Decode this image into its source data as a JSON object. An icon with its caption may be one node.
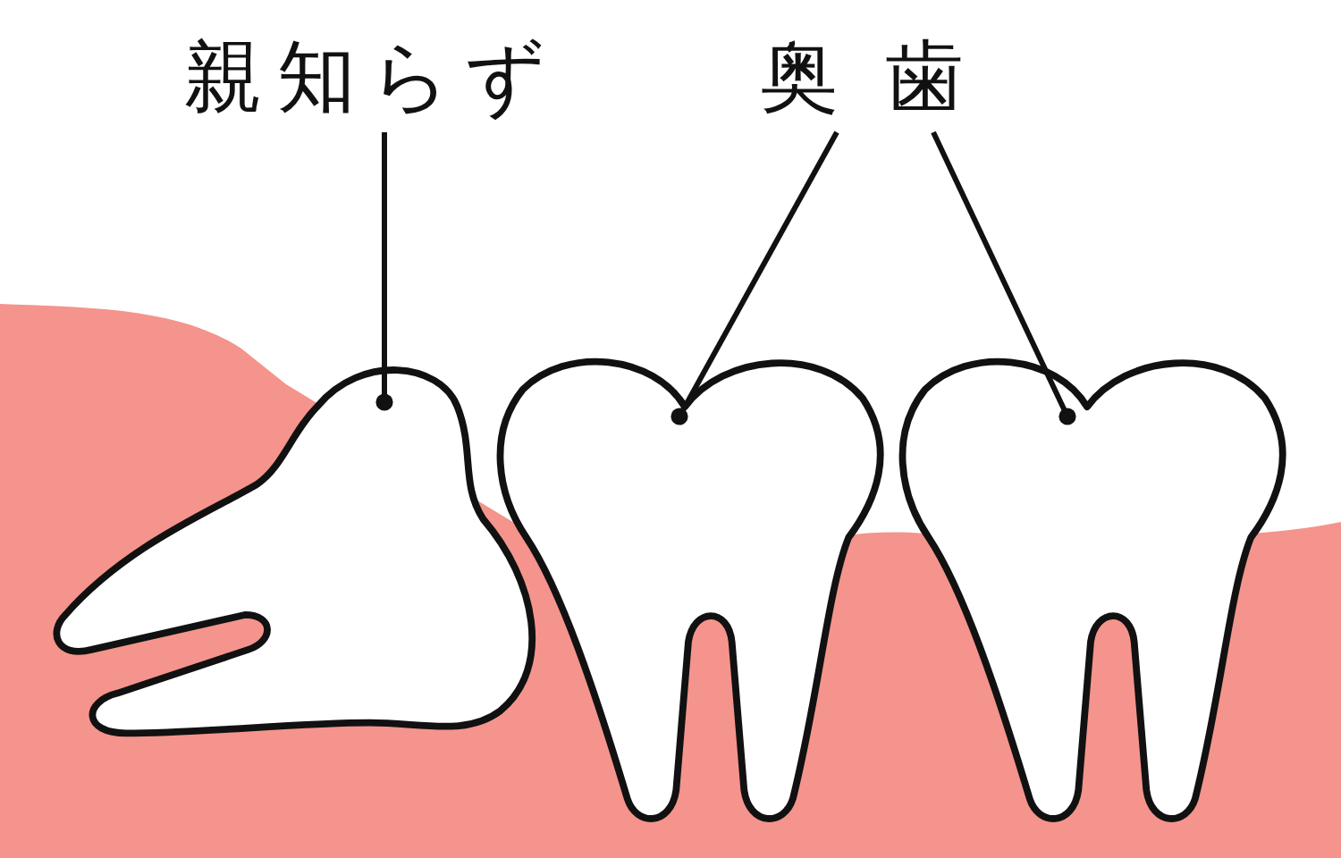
{
  "diagram": {
    "nodes": [
      {
        "text": [
          "親知らず"
        ]
      },
      {
        "text": [
          "奥歯"
        ]
      },
      {
        "text": [],
        "shape": "picture"
      },
      {
        "text": [],
        "shape": "picture"
      },
      {
        "text": [],
        "shape": "picture"
      }
    ],
    "edges": [
      {
        "from": 0,
        "to": 2,
        "arrow": "other"
      },
      {
        "from": 1,
        "to": 3,
        "arrow": "other"
      },
      {
        "from": 1,
        "to": 4,
        "arrow": "other"
      }
    ]
  }
}
